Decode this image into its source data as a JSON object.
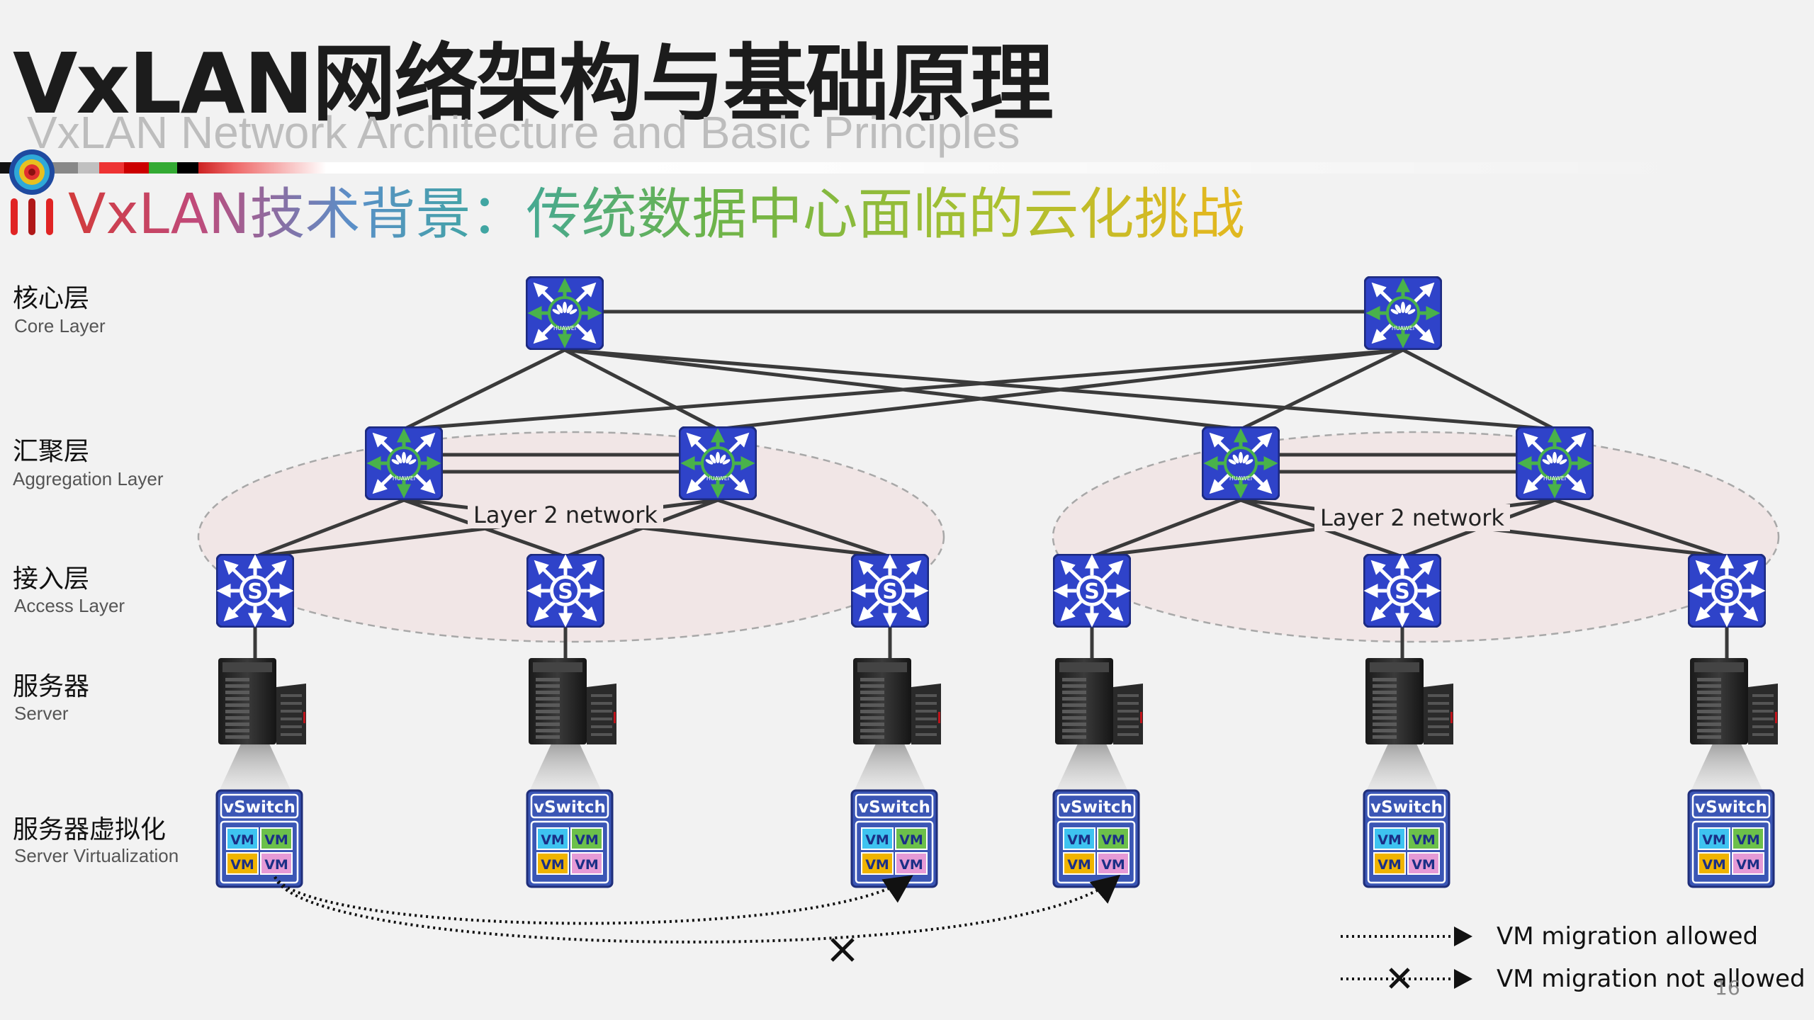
{
  "title": "VxLAN网络架构与基础原理",
  "subtitle": "VxLAN Network Architecture and Basic Principles",
  "section_title": "VxLAN技术背景：传统数据中心面临的云化挑战",
  "layers": [
    {
      "zh": "核心层",
      "en": "Core Layer"
    },
    {
      "zh": "汇聚层",
      "en": "Aggregation Layer"
    },
    {
      "zh": "接入层",
      "en": "Access Layer"
    },
    {
      "zh": "服务器",
      "en": "Server"
    },
    {
      "zh": "服务器虚拟化",
      "en": "Server Virtualization"
    }
  ],
  "l2_labels": [
    "Layer 2 network",
    "Layer 2 network"
  ],
  "vswitch_label": "vSwitch",
  "vm_label": "VM",
  "switch_brand": "HUAWEI",
  "access_symbol": "S",
  "legend": {
    "allowed": "VM migration allowed",
    "not_allowed": "VM migration not allowed"
  },
  "page_number": "16",
  "colors": {
    "switch_fill": "#2f43c9",
    "switch_arrow": "#49b24a",
    "l2_zone": "#f1e6e6",
    "vm_blue": "#3ec3f0",
    "vm_green": "#6cc04a",
    "vm_yellow": "#f0b400",
    "vm_pink": "#e59ad6"
  }
}
